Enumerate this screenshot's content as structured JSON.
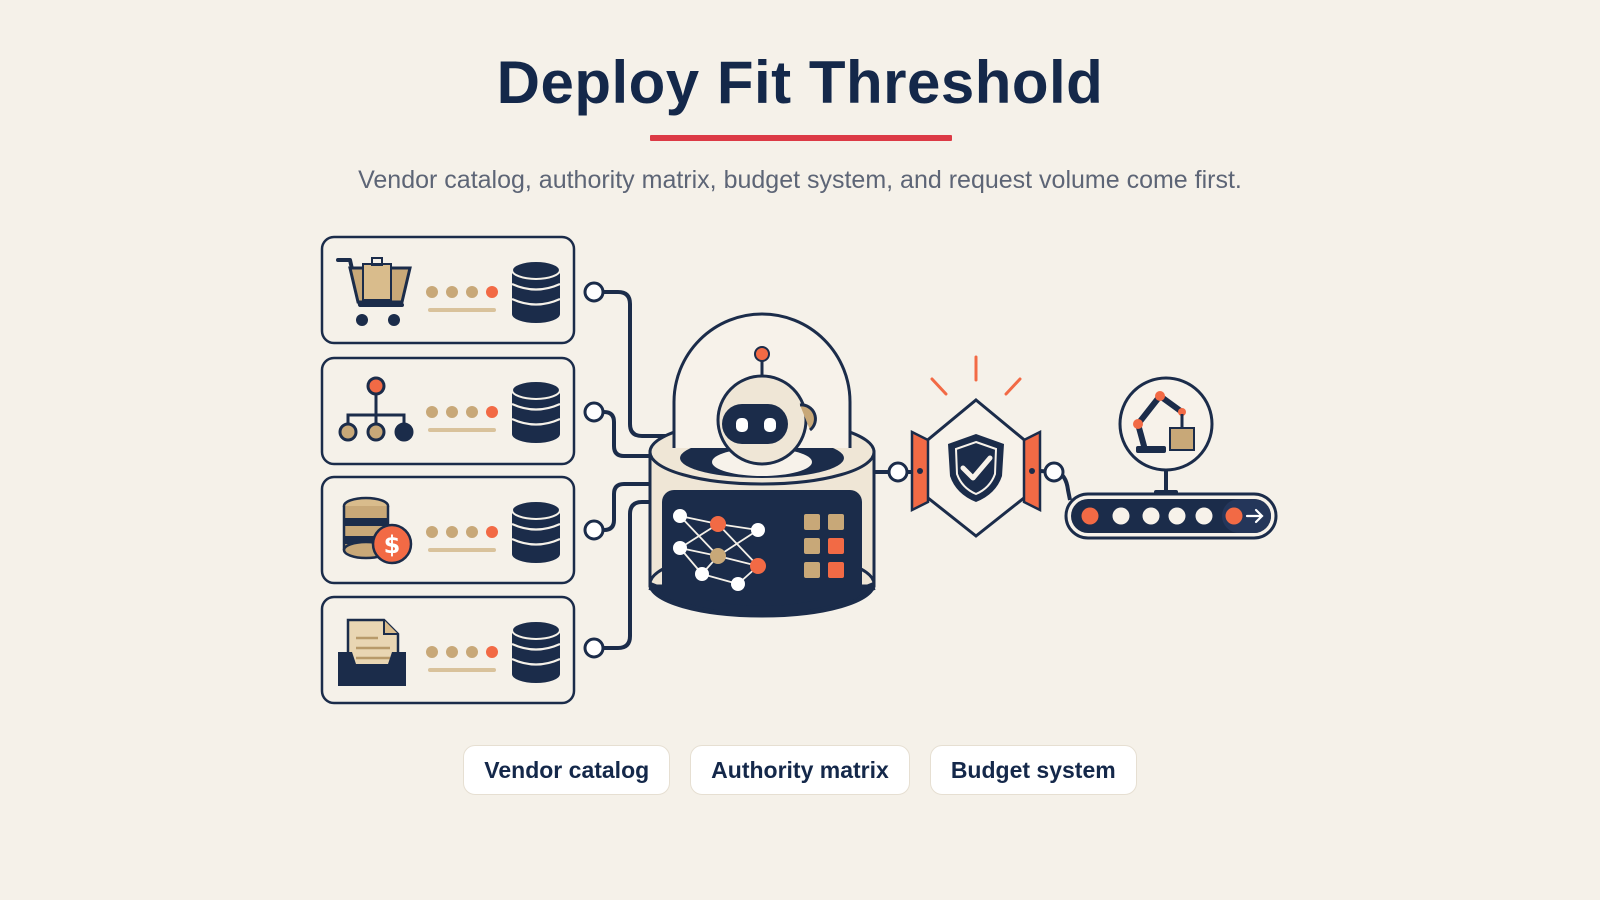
{
  "header": {
    "title": "Deploy Fit Threshold",
    "subtitle": "Vendor catalog, authority matrix, budget system, and request volume come first."
  },
  "sources": [
    {
      "icon": "shopping-cart-icon"
    },
    {
      "icon": "org-hierarchy-icon"
    },
    {
      "icon": "budget-coins-icon"
    },
    {
      "icon": "request-inbox-icon"
    }
  ],
  "hub": {
    "icon": "robot-agent-icon"
  },
  "gate": {
    "icon": "shield-check-icon"
  },
  "output": {
    "icon": "robotic-arm-icon"
  },
  "chips": [
    {
      "label": "Vendor catalog"
    },
    {
      "label": "Authority matrix"
    },
    {
      "label": "Budget system"
    }
  ],
  "colors": {
    "background": "#f5f1e9",
    "navy": "#14284a",
    "accent_red": "#dc3a45",
    "orange": "#f26a45",
    "tan": "#c8a878"
  }
}
